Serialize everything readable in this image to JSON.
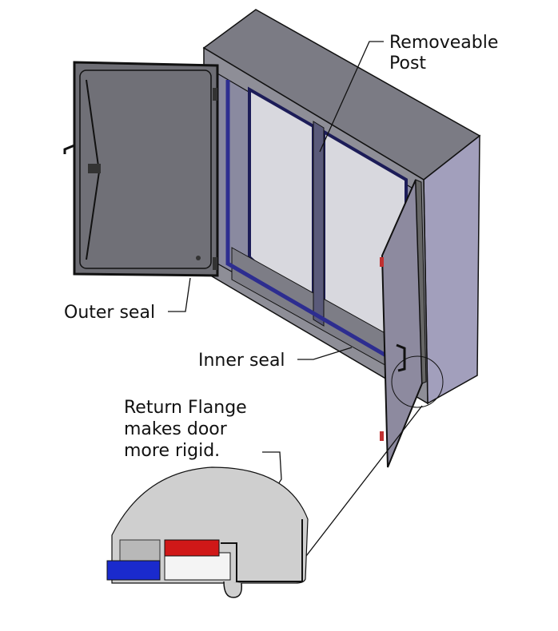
{
  "labels": {
    "removable_post_line1": "Removeable",
    "removable_post_line2": "Post",
    "outer_seal": "Outer seal",
    "inner_seal": "Inner seal",
    "return_flange_line1": "Return Flange",
    "return_flange_line2": "makes door",
    "return_flange_line3": "more rigid."
  },
  "colors": {
    "body": "#8c8c96",
    "top": "#7a7a84",
    "side": "#9e9ab8",
    "door": "#6f6f76",
    "window": "#d6d6dc",
    "seal": "#3a3aa0",
    "detail_bg": "#cfcfcf",
    "red": "#d01818",
    "blue": "#1a2acd"
  }
}
